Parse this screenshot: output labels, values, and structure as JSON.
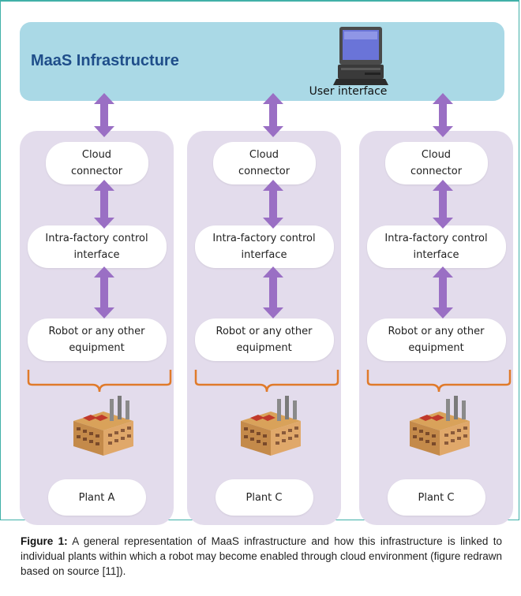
{
  "header": {
    "title": "MaaS Infrastructure",
    "user_interface_label": "User interface"
  },
  "columns": [
    {
      "cloud": "Cloud\nconnector",
      "control": "Intra-factory control\ninterface",
      "equipment": "Robot or any other\nequipment",
      "plant": "Plant A"
    },
    {
      "cloud": "Cloud\nconnector",
      "control": "Intra-factory control\ninterface",
      "equipment": "Robot or any other\nequipment",
      "plant": "Plant C"
    },
    {
      "cloud": "Cloud\nconnector",
      "control": "Intra-factory control\ninterface",
      "equipment": "Robot or any other\nequipment",
      "plant": "Plant C"
    }
  ],
  "caption": {
    "label": "Figure 1:",
    "text": " A general representation of MaaS infrastructure and how this infrastructure is linked to individual plants within which a robot may become enabled through cloud environment (figure redrawn based on source [11])."
  },
  "colors": {
    "header_bg": "#aad9e6",
    "column_bg": "#e3dcec",
    "arrow": "#9a6fc4",
    "brace": "#e07a2a",
    "title": "#1f4e8a"
  }
}
